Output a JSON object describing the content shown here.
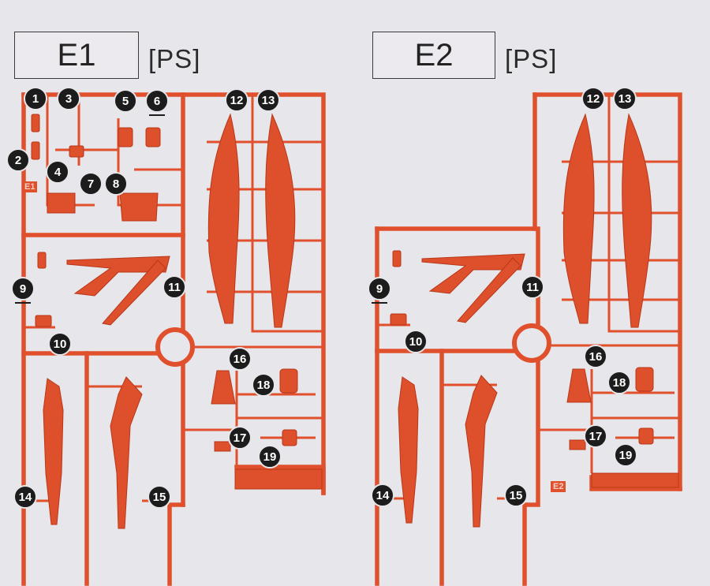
{
  "sheets": [
    {
      "id": "E1",
      "label": "E1",
      "material": "[PS]",
      "tag": "E1",
      "markers": [
        "1",
        "2",
        "3",
        "4",
        "5",
        "6",
        "7",
        "8",
        "9",
        "10",
        "11",
        "12",
        "13",
        "14",
        "15",
        "16",
        "17",
        "18",
        "19"
      ]
    },
    {
      "id": "E2",
      "label": "E2",
      "material": "[PS]",
      "tag": "E2",
      "markers": [
        "9",
        "10",
        "11",
        "12",
        "13",
        "14",
        "15",
        "16",
        "17",
        "18",
        "19"
      ]
    }
  ],
  "colors": {
    "background": "#e7e6ea",
    "runner": "#e0502c",
    "marker": "#1c1c1c"
  }
}
